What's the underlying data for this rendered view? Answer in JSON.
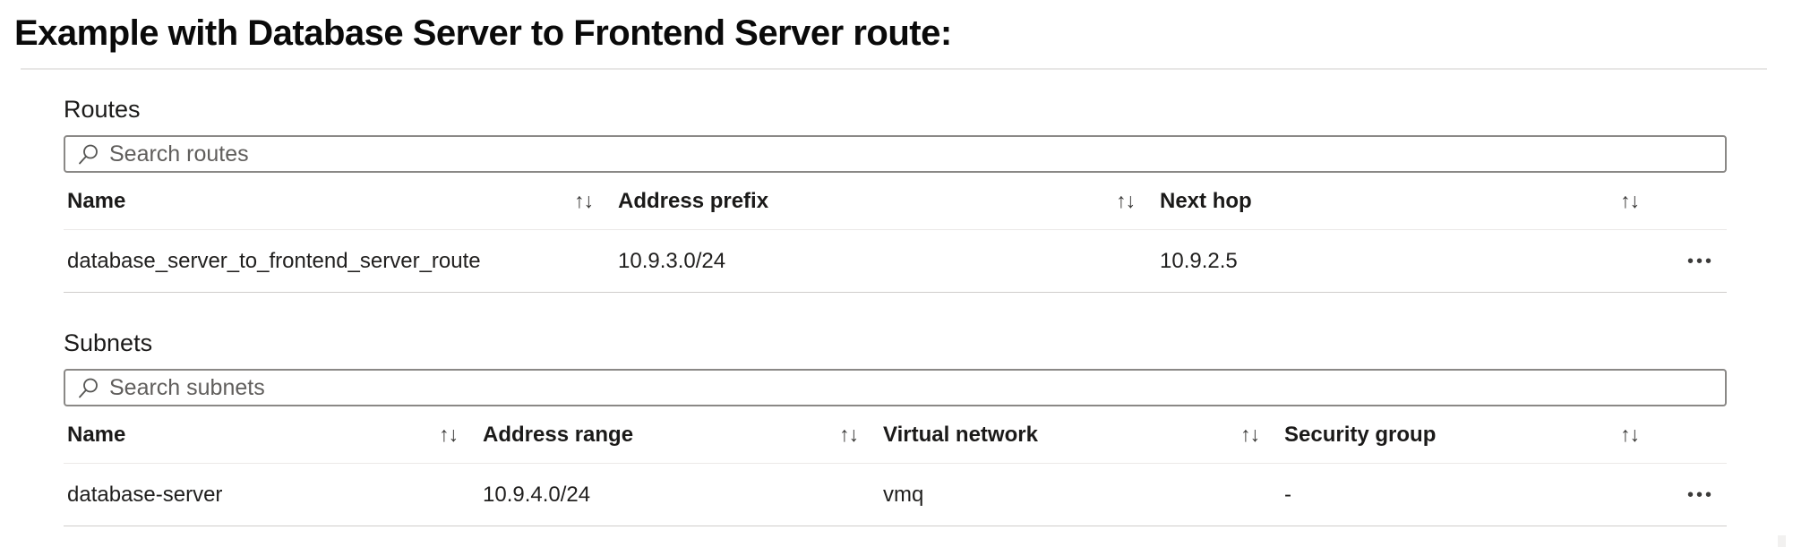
{
  "page": {
    "title": "Example with Database Server to Frontend Server route:"
  },
  "icons": {
    "search": "magnifier",
    "sort": "↑↓",
    "menu": "•••"
  },
  "routes": {
    "section_label": "Routes",
    "search_placeholder": "Search routes",
    "columns": [
      "Name",
      "Address prefix",
      "Next hop"
    ],
    "rows": [
      {
        "name": "database_server_to_frontend_server_route",
        "address_prefix": "10.9.3.0/24",
        "next_hop": "10.9.2.5"
      }
    ]
  },
  "subnets": {
    "section_label": "Subnets",
    "search_placeholder": "Search subnets",
    "columns": [
      "Name",
      "Address range",
      "Virtual network",
      "Security group"
    ],
    "rows": [
      {
        "name": "database-server",
        "address_range": "10.9.4.0/24",
        "virtual_network": "vmq",
        "security_group": "-"
      }
    ]
  },
  "colors": {
    "text_primary": "#201f1e",
    "text_secondary": "#605e5c",
    "input_border": "#8a8886",
    "divider_light": "#ebe9e8",
    "divider_dark": "#cfcdcb"
  }
}
